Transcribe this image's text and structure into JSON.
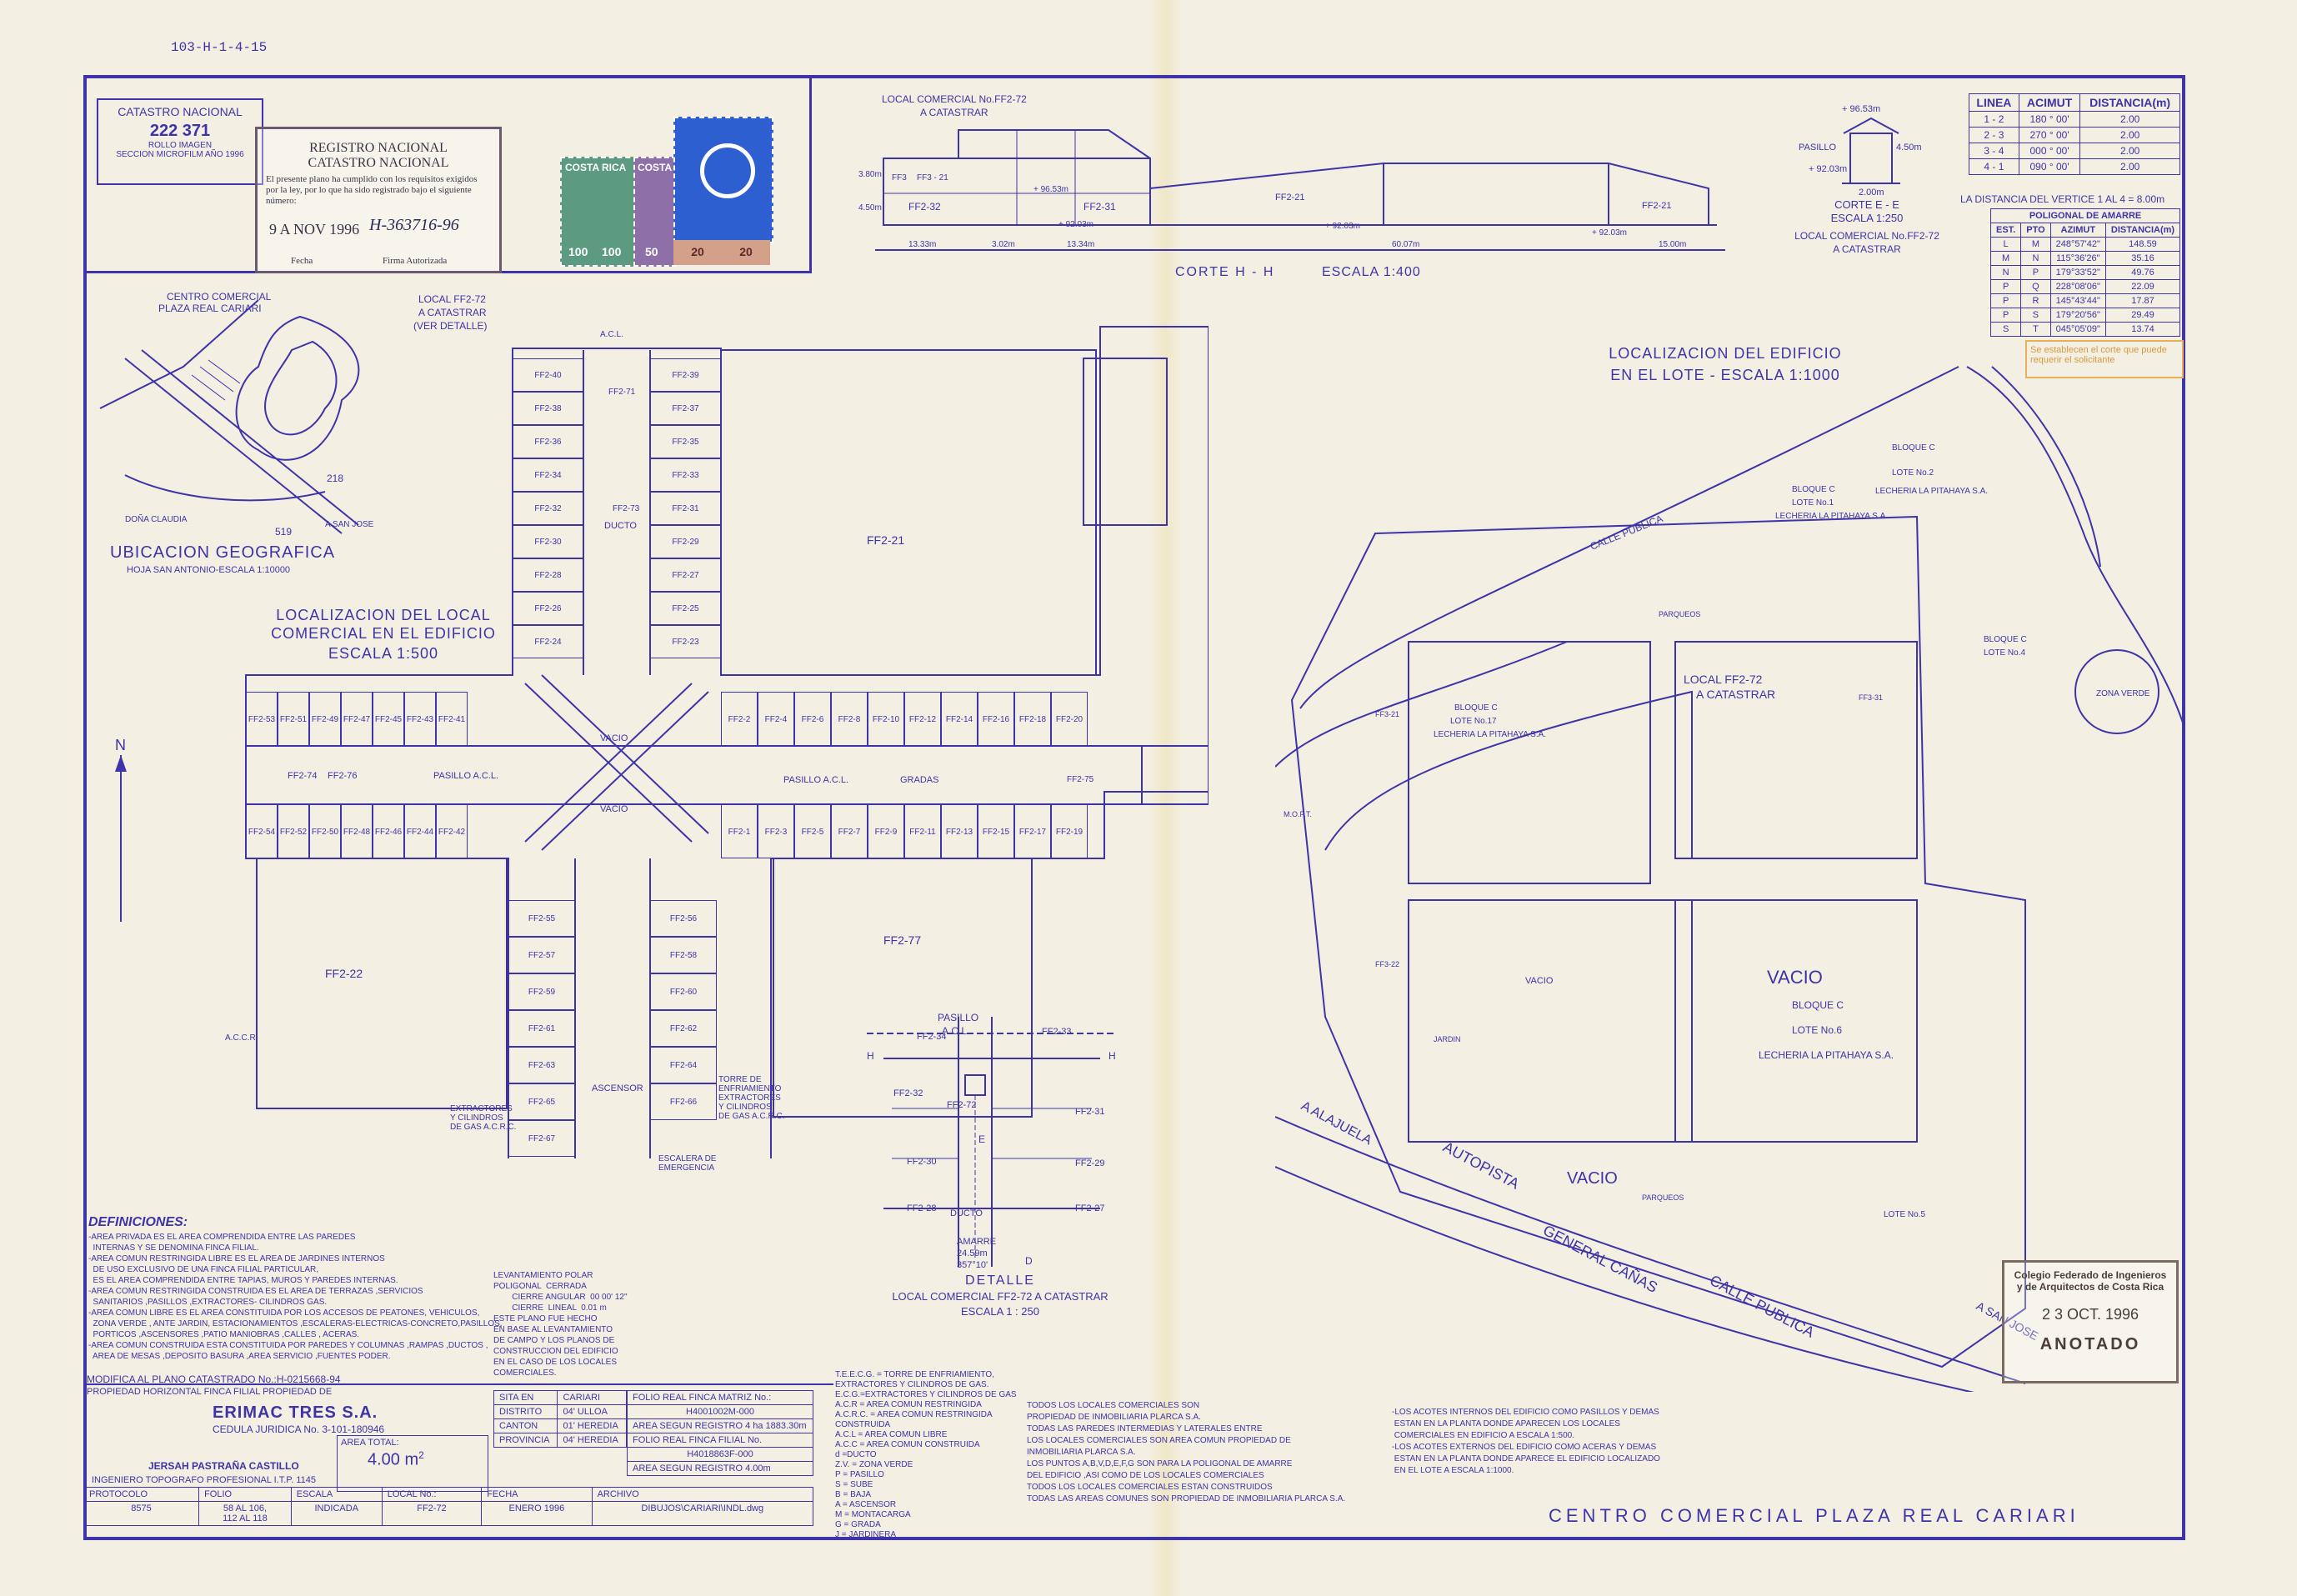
{
  "header": {
    "ref": "103-H-1-4-15"
  },
  "catastro": {
    "title": "CATASTRO NACIONAL",
    "number": "222 371",
    "line1": "ROLLO IMAGEN",
    "line2": "SECCION MICROFILM AÑO 1996"
  },
  "registro": {
    "title1": "REGISTRO NACIONAL",
    "title2": "CATASTRO NACIONAL",
    "text": "El presente plano ha cumplido con los requisitos exigidos por la ley, por lo que ha sido registrado bajo el siguiente número:",
    "date": "9 A NOV 1996",
    "number": "H-363716-96",
    "fecha_label": "Fecha",
    "firma_label": "Firma Autorizada"
  },
  "stamps": {
    "s1": "COSTA RICA",
    "s2": "COSTA",
    "v100a": "100",
    "v100b": "100",
    "v50": "50",
    "v20a": "20",
    "v20b": "20"
  },
  "corte_hh": {
    "title1": "LOCAL COMERCIAL No.FF2-72",
    "title2": "A CATASTRAR",
    "label": "CORTE  H - H",
    "scale": "ESCALA 1:400",
    "d1": "13.33m",
    "d2": "3.02m",
    "d3": "13.34m",
    "d4": "60.07m",
    "d5": "15.00m",
    "h1": "3.80m",
    "h2": "4.50m",
    "lvl1": "+ 92.03m",
    "lvl2": "+ 92.03m",
    "lvl3": "+ 92.03m",
    "lvl4": "+ 96.53m",
    "u1": "FF2-32",
    "u2": "FF2-31",
    "u3": "FF2-21",
    "u4": "FF2-21",
    "u5": "FF3",
    "u6": "FF3 - 21"
  },
  "corte_ee": {
    "lvl_top": "+ 96.53m",
    "pasillo": "PASILLO",
    "lvl_bot": "+ 92.03m",
    "h": "4.50m",
    "w": "2.00m",
    "title": "CORTE  E - E",
    "scale": "ESCALA 1:250",
    "l1": "LOCAL COMERCIAL No.FF2-72",
    "l2": "A CATASTRAR"
  },
  "linea_table": {
    "headers": [
      "LINEA",
      "ACIMUT",
      "DISTANCIA(m)"
    ],
    "rows": [
      [
        "1 - 2",
        "180 ° 00'",
        "2.00"
      ],
      [
        "2 - 3",
        "270 ° 00'",
        "2.00"
      ],
      [
        "3 - 4",
        "000 ° 00'",
        "2.00"
      ],
      [
        "4 - 1",
        "090 ° 00'",
        "2.00"
      ]
    ],
    "note": "LA DISTANCIA DEL VERTICE 1 AL 4 = 8.00m"
  },
  "poligonal": {
    "title": "POLIGONAL DE AMARRE",
    "headers": [
      "EST.",
      "PTO",
      "AZIMUT",
      "DISTANCIA(m)"
    ],
    "rows": [
      [
        "L",
        "M",
        "248°57'42\"",
        "148.59"
      ],
      [
        "M",
        "N",
        "115°36'26\"",
        "35.16"
      ],
      [
        "N",
        "P",
        "179°33'52\"",
        "49.76"
      ],
      [
        "P",
        "Q",
        "228°08'06\"",
        "22.09"
      ],
      [
        "P",
        "R",
        "145°43'44\"",
        "17.87"
      ],
      [
        "P",
        "S",
        "179°20'56\"",
        "29.49"
      ],
      [
        "S",
        "T",
        "045°05'09\"",
        "13.74"
      ]
    ],
    "stamp": "Se establecen el corte que puede requerir el solicitante"
  },
  "ubicacion": {
    "centro1": "CENTRO COMERCIAL",
    "centro2": "PLAZA REAL CARIARI",
    "local1": "LOCAL FF2-72",
    "local2": "A CATASTRAR",
    "local3": "(VER DETALLE)",
    "n218": "218",
    "n519": "519",
    "dona": "DOÑA CLAUDIA",
    "sanjose": "A SAN JOSE",
    "title": "UBICACION GEOGRAFICA",
    "sub": "HOJA SAN ANTONIO-ESCALA 1:10000"
  },
  "local_edificio": {
    "t1": "LOCALIZACION DEL LOCAL",
    "t2": "COMERCIAL EN EL EDIFICIO",
    "t3": "ESCALA   1:500",
    "north": "N"
  },
  "units_north_left": [
    "FF2-40",
    "FF2-38",
    "FF2-36",
    "FF2-34",
    "FF2-32",
    "FF2-30",
    "FF2-28",
    "FF2-26",
    "FF2-24"
  ],
  "units_north_right": [
    "FF2-39",
    "FF2-37",
    "FF2-35",
    "FF2-33",
    "FF2-31",
    "FF2-29",
    "FF2-27",
    "FF2-25",
    "FF2-23"
  ],
  "units_west_top": [
    "FF2-53",
    "FF2-51",
    "FF2-49",
    "FF2-47",
    "FF2-45",
    "FF2-43",
    "FF2-41"
  ],
  "units_west_bot": [
    "FF2-54",
    "FF2-52",
    "FF2-50",
    "FF2-48",
    "FF2-46",
    "FF2-44",
    "FF2-42"
  ],
  "units_east_top": [
    "FF2-2",
    "FF2-4",
    "FF2-6",
    "FF2-8",
    "FF2-10",
    "FF2-12",
    "FF2-14",
    "FF2-16",
    "FF2-18",
    "FF2-20"
  ],
  "units_east_bot": [
    "FF2-1",
    "FF2-3",
    "FF2-5",
    "FF2-7",
    "FF2-9",
    "FF2-11",
    "FF2-13",
    "FF2-15",
    "FF2-17",
    "FF2-19"
  ],
  "units_south_left": [
    "FF2-55",
    "FF2-57",
    "FF2-59",
    "FF2-61",
    "FF2-63",
    "FF2-65",
    "FF2-67"
  ],
  "units_south_right": [
    "FF2-56",
    "FF2-58",
    "FF2-60",
    "FF2-62",
    "FF2-64",
    "FF2-66"
  ],
  "plan_labels": {
    "ff221": "FF2-21",
    "ff222": "FF2-22",
    "ff277": "FF2-77",
    "ff274": "FF2-74",
    "ff276": "FF2-76",
    "pasillo": "PASILLO A.C.L.",
    "vacio": "VACIO",
    "gradas": "GRADAS",
    "acl": "A.C.L.",
    "ducto": "DUCTO",
    "ascensor": "ASCENSOR",
    "escalera": "ESCALERA DE EMERGENCIA",
    "torre": "TORRE DE ENFRIAMIENTO EXTRACTORES Y CILINDROS DE GAS A.C.R.C.",
    "extract": "EXTRACTORES Y CILINDROS DE GAS A.C.R.C.",
    "accr": "A.C.C.R",
    "ff275": "FF2-75",
    "ff271": "FF2-71",
    "ff273": "FF2-73"
  },
  "detalle": {
    "pasillo": "PASILLO",
    "acl": "A.C.L.",
    "u34": "FF2-34",
    "u33": "FF2-33",
    "u32": "FF2-32",
    "u31": "FF2-31",
    "u30": "FF2-30",
    "u29": "FF2-29",
    "u28": "FF2-28",
    "u27": "FF2-27",
    "u72": "FF2-72",
    "h": "H",
    "e": "E",
    "ducto": "DUCTO",
    "amarre": "AMARRE",
    "amarre_d": "24.59m",
    "amarre_a": "357°10'",
    "d": "D",
    "title": "DETALLE",
    "sub": "LOCAL COMERCIAL FF2-72 A CATASTRAR",
    "scale": "ESCALA   1 : 250"
  },
  "lote": {
    "title1": "LOCALIZACION DEL EDIFICIO",
    "title2": "EN EL LOTE - ESCALA 1:1000",
    "calle_publica": "CALLE PUBLICA",
    "local1": "LOCAL FF2-72",
    "local2": "A CATASTRAR",
    "bloque_c1": "BLOQUE C",
    "lote1": "LOTE No.17",
    "lech1": "LECHERIA LA PITAHAYA S.A.",
    "vacio": "VACIO",
    "bloque_c2": "BLOQUE C",
    "lote2": "LOTE No.6",
    "lech2": "LECHERIA LA PITAHAYA S.A.",
    "vacio2": "VACIO",
    "alajuela": "A ALAJUELA",
    "autopista": "AUTOPISTA",
    "general": "GENERAL CAÑAS",
    "calle": "CALLE PUBLICA",
    "sanjose": "A SAN JOSE",
    "zona_verde": "ZONA VERDE",
    "parqueos": "PARQUEOS",
    "bloque_c3": "BLOQUE C",
    "lote3": "LOTE No.2",
    "lech3": "LECHERIA LA PITAHAYA S.A.",
    "bloque_c4": "BLOQUE C",
    "lote4": "LOTE No.1",
    "lech4": "LECHERIA LA PITAHAYA S.A.",
    "bloque_c5": "BLOQUE C",
    "lote5": "LOTE No.4",
    "lote6": "LOTE No.5",
    "jardin": "JARDIN",
    "ff5_21": "FF3-21",
    "ff5_22": "FF3-22",
    "ff5_31": "FF3-31",
    "mopt": "M.O.P.T."
  },
  "colegio": {
    "l1": "Colegio Federado de Ingenieros",
    "l2": "y de Arquitectos de Costa Rica",
    "date": "2 3 OCT. 1996",
    "anotado": "ANOTADO"
  },
  "definiciones": {
    "title": "DEFINICIONES:",
    "lines": [
      "-AREA PRIVADA ES EL AREA COMPRENDIDA ENTRE LAS PAREDES",
      "  INTERNAS Y SE DENOMINA FINCA FILIAL.",
      "-AREA COMUN RESTRINGIDA LIBRE ES EL AREA DE JARDINES INTERNOS",
      "  DE USO EXCLUSIVO DE UNA FINCA FILIAL PARTICULAR,",
      "  ES EL AREA COMPRENDIDA ENTRE TAPIAS, MUROS Y PAREDES INTERNAS.",
      "-AREA COMUN RESTRINGIDA CONSTRUIDA ES EL AREA DE TERRAZAS ,SERVICIOS",
      "  SANITARIOS ,PASILLOS ,EXTRACTORES- CILINDROS GAS.",
      "-AREA COMUN LIBRE ES EL AREA CONSTITUIDA POR LOS ACCESOS DE PEATONES, VEHICULOS,",
      "  ZONA VERDE , ANTE JARDIN, ESTACIONAMIENTOS ,ESCALERAS-ELECTRICAS-CONCRETO,PASILLOS,",
      "  PORTICOS ,ASCENSORES ,PATIO MANIOBRAS ,CALLES , ACERAS.",
      "-AREA COMUN CONSTRUIDA ESTA CONSTITUIDA POR PAREDES Y COLUMNAS ,RAMPAS ,DUCTOS ,",
      "  AREA DE MESAS ,DEPOSITO BASURA ,AREA SERVICIO ,FUENTES PODER."
    ]
  },
  "levantamiento": {
    "lines": [
      "LEVANTAMIENTO POLAR",
      "POLIGONAL  CERRADA",
      "        CIERRE ANGULAR  00 00' 12\"",
      "        CIERRE  LINEAL  0.01 m",
      "ESTE PLANO FUE HECHO",
      "EN BASE AL LEVANTAMIENTO",
      "DE CAMPO Y LOS PLANOS DE",
      "CONSTRUCCION DEL EDIFICIO",
      "EN EL CASO DE LOS LOCALES",
      "COMERCIALES."
    ]
  },
  "abbrev": {
    "lines": [
      "T.E.E.C.G. = TORRE DE ENFRIAMIENTO,",
      "EXTRACTORES Y CILINDROS DE GAS.",
      "E.C.G.=EXTRACTORES Y CILINDROS DE GAS",
      "A.C.R = AREA COMUN RESTRINGIDA",
      "A.C.R.C. = AREA COMUN RESTRINGIDA",
      "CONSTRUIDA",
      "A.C.L = AREA COMUN LIBRE",
      "A.C.C = AREA COMUN CONSTRUIDA",
      "d =DUCTO",
      "Z.V. = ZONA VERDE",
      "P = PASILLO",
      "S = SUBE",
      "B = BAJA",
      "A = ASCENSOR",
      "M = MONTACARGA",
      "G = GRADA",
      "J = JARDINERA"
    ]
  },
  "notes_mid": {
    "lines": [
      "TODOS LOS LOCALES COMERCIALES SON",
      "PROPIEDAD DE INMOBILIARIA PLARCA S.A.",
      "TODAS LAS PAREDES INTERMEDIAS Y LATERALES ENTRE",
      "LOS LOCALES COMERCIALES SON AREA COMUN PROPIEDAD DE",
      "INMOBILIARIA PLARCA S.A.",
      "LOS PUNTOS A,B,V,D,E,F,G SON PARA LA POLIGONAL DE AMARRE",
      "DEL EDIFICIO ,ASI COMO DE LOS LOCALES COMERCIALES",
      "TODOS LOS LOCALES COMERCIALES ESTAN CONSTRUIDOS",
      "TODAS LAS AREAS COMUNES SON PROPIEDAD DE INMOBILIARIA PLARCA S.A."
    ]
  },
  "notes_right": {
    "lines": [
      "-LOS ACOTES INTERNOS DEL EDIFICIO COMO PASILLOS Y DEMAS",
      " ESTAN EN LA PLANTA DONDE APARECEN LOS LOCALES",
      " COMERCIALES EN EDIFICIO A ESCALA 1:500.",
      "-LOS ACOTES EXTERNOS DEL EDIFICIO COMO ACERAS Y DEMAS",
      " ESTAN EN LA PLANTA DONDE APARECE EL EDIFICIO LOCALIZADO",
      " EN EL LOTE A ESCALA 1:1000."
    ]
  },
  "titleblock": {
    "modifica": "MODIFICA AL PLANO CATASTRADO No.:H-0215668-94",
    "propiedad": "PROPIEDAD HORIZONTAL FINCA FILIAL PROPIEDAD DE",
    "owner": "ERIMAC TRES S.A.",
    "cedula": "CEDULA JURIDICA No. 3-101-180946",
    "engineer": "JERSAH PASTRAÑA CASTILLO",
    "engineer_title": "INGENIERO TOPOGRAFO PROFESIONAL I.T.P. 1145",
    "area_label": "AREA TOTAL:",
    "area_value": "4.00 m",
    "area_sup": "2",
    "sita": "SITA EN",
    "sita_v": "CARIARI",
    "distrito": "DISTRITO",
    "distrito_v": "04' ULLOA",
    "canton": "CANTON",
    "canton_v": "01' HEREDIA",
    "provincia": "PROVINCIA",
    "provincia_v": "04' HEREDIA",
    "folio_matriz": "FOLIO REAL FINCA MATRIZ No.:",
    "folio_matriz_v": "H4001002M-000",
    "area_reg": "AREA SEGUN REGISTRO",
    "area_reg_v": "4 ha 1883.30m",
    "folio_filial": "FOLIO REAL FINCA FILIAL No.",
    "folio_filial_v": "H4018863F-000",
    "area_reg2": "AREA SEGUN REGISTRO",
    "area_reg2_v": "4.00m",
    "protocolo": "PROTOCOLO",
    "folio": "FOLIO",
    "escala": "ESCALA",
    "local": "LOCAL No.:",
    "fecha": "FECHA",
    "archivo": "ARCHIVO",
    "prot_v": "8575",
    "folio_v1": "58 AL 106,",
    "folio_v2": "112 AL 118",
    "escala_v": "INDICADA",
    "local_v": "FF2-72",
    "fecha_v": "ENERO 1996",
    "archivo_v": "DIBUJOS\\CARIARI\\INDL.dwg"
  },
  "project_title": "CENTRO COMERCIAL PLAZA REAL CARIARI"
}
